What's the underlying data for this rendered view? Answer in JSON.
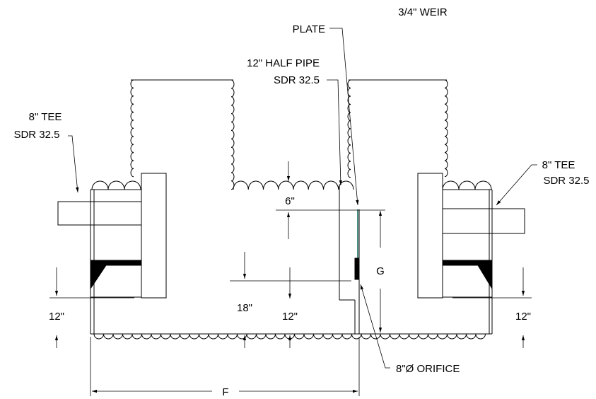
{
  "labels": {
    "tee_left_1": "8\" TEE",
    "tee_left_2": "SDR 32.5",
    "tee_right_1": "8\" TEE",
    "tee_right_2": "SDR 32.5",
    "half_pipe_1": "12\" HALF PIPE",
    "half_pipe_2": "SDR 32.5",
    "weir_1": "3/4\" WEIR",
    "weir_2": "PLATE",
    "orifice": "8\"Ø ORIFICE"
  },
  "dims": {
    "d6": "6\"",
    "d18": "18\"",
    "d12_mid": "12\"",
    "d12_left": "12\"",
    "d12_right": "12\"",
    "G": "G",
    "F": "F"
  },
  "colors": {
    "line": "#000000",
    "weir_accent": "#0a6b5a",
    "background": "#ffffff"
  }
}
